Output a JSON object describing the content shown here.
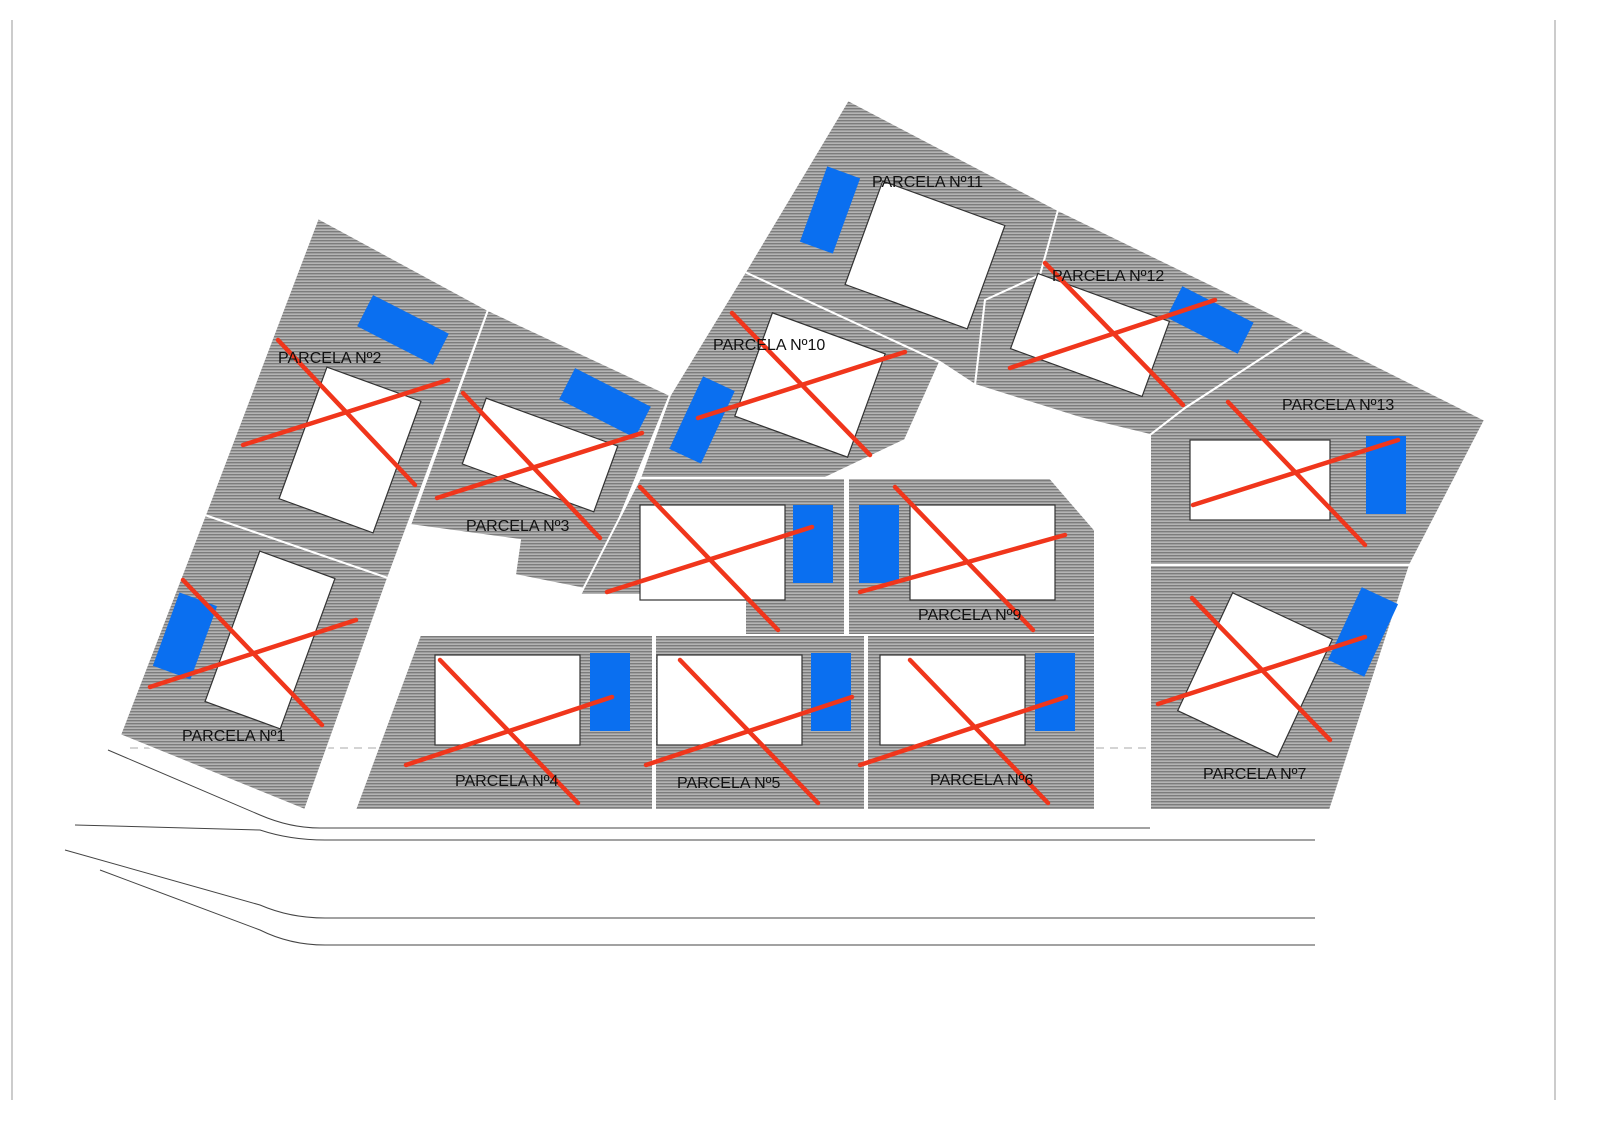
{
  "plan": {
    "colors": {
      "lot": "#9a9a9a",
      "pool": "#0a6ff0",
      "cross": "#f0361c",
      "line": "#555555"
    },
    "parcels": [
      {
        "id": "p1",
        "label": "PARCELA Nº1",
        "crossed": true
      },
      {
        "id": "p2",
        "label": "PARCELA Nº2",
        "crossed": true
      },
      {
        "id": "p3",
        "label": "PARCELA Nº3",
        "crossed": true
      },
      {
        "id": "p4",
        "label": "PARCELA Nº4",
        "crossed": true
      },
      {
        "id": "p5",
        "label": "PARCELA Nº5",
        "crossed": true
      },
      {
        "id": "p6",
        "label": "PARCELA Nº6",
        "crossed": true
      },
      {
        "id": "p7",
        "label": "PARCELA Nº7",
        "crossed": true
      },
      {
        "id": "p8",
        "label": "",
        "crossed": true
      },
      {
        "id": "p9",
        "label": "PARCELA Nº9",
        "crossed": true
      },
      {
        "id": "p10",
        "label": "PARCELA Nº10",
        "crossed": true
      },
      {
        "id": "p11",
        "label": "PARCELA Nº11",
        "crossed": false
      },
      {
        "id": "p12",
        "label": "PARCELA Nº12",
        "crossed": true
      },
      {
        "id": "p13",
        "label": "PARCELA Nº13",
        "crossed": true
      }
    ]
  }
}
